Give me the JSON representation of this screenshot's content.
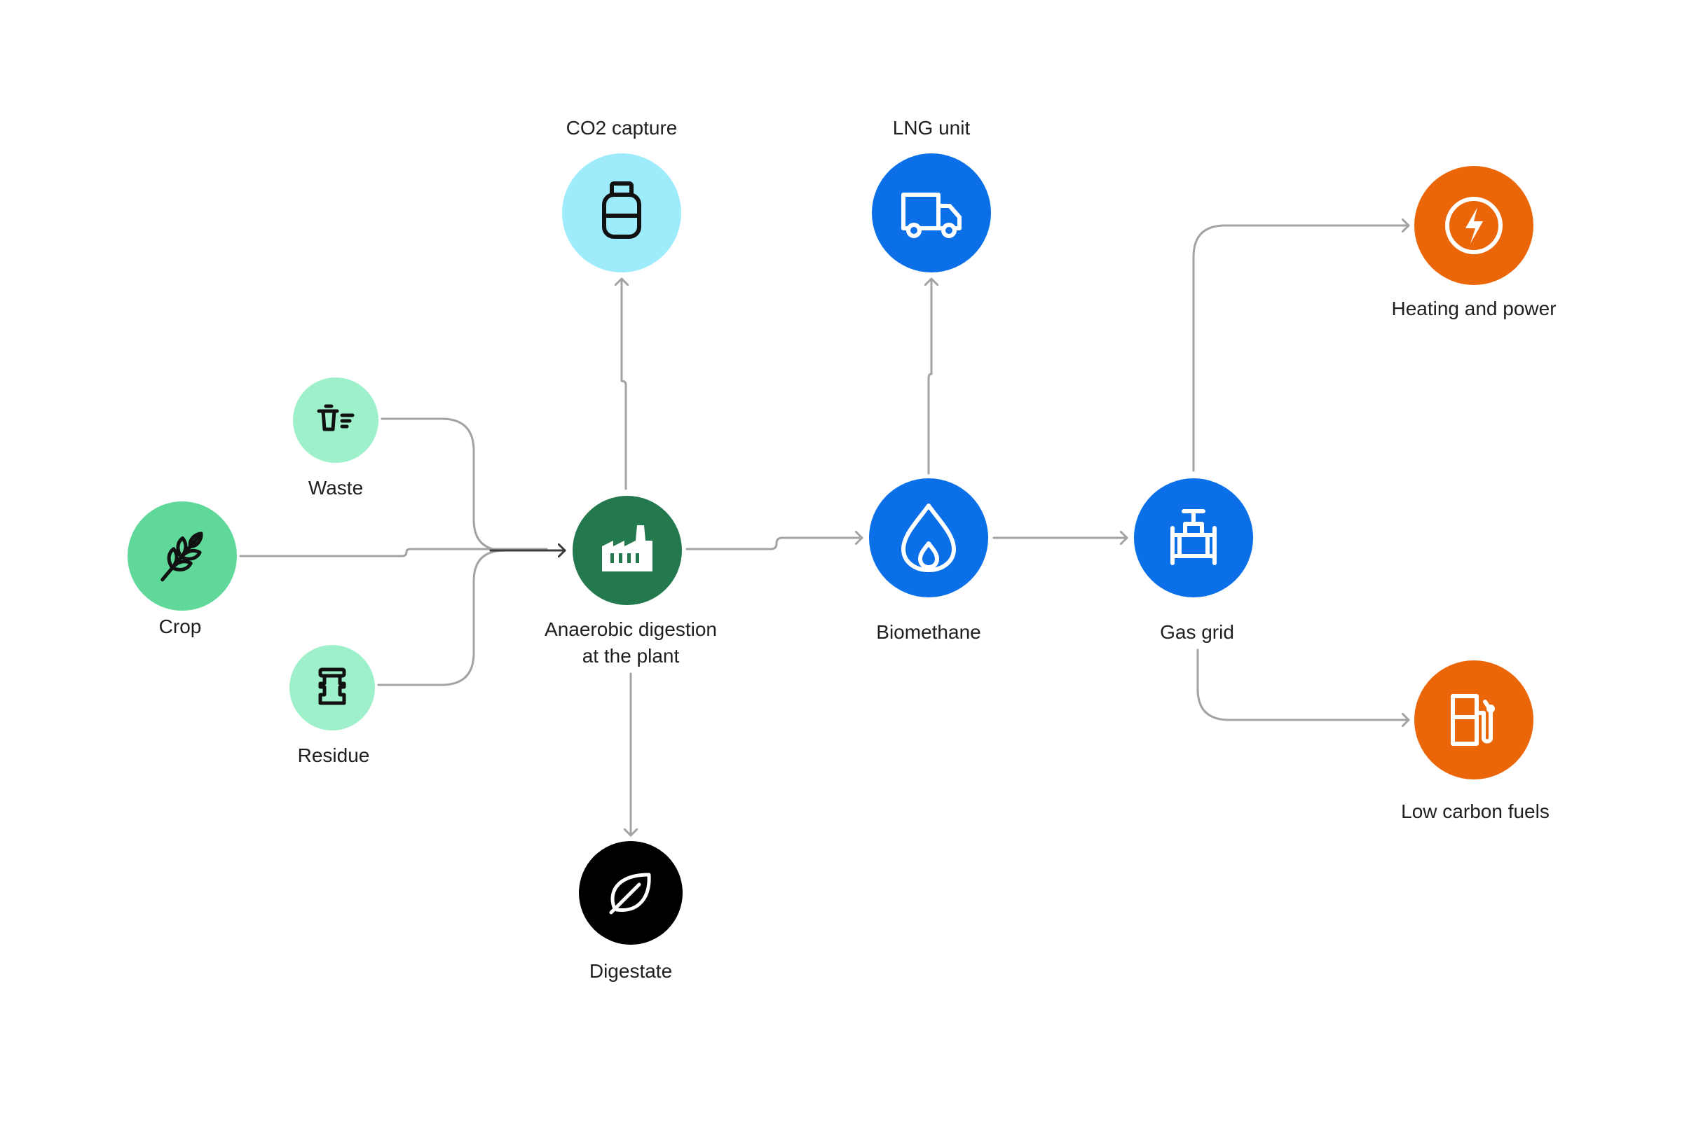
{
  "nodes": {
    "co2": {
      "label": "CO2 capture",
      "icon": "gas-canister-icon",
      "color": "#9eebfb"
    },
    "lng": {
      "label": "LNG unit",
      "icon": "truck-icon",
      "color": "#0b6fe8"
    },
    "heating": {
      "label": "Heating and power",
      "icon": "lightning-icon",
      "color": "#ea6608"
    },
    "waste": {
      "label": "Waste",
      "icon": "waste-bin-icon",
      "color": "#9ef0cb"
    },
    "crop": {
      "label": "Crop",
      "icon": "wheat-icon",
      "color": "#5fd89a"
    },
    "residue": {
      "label": "Residue",
      "icon": "residue-icon",
      "color": "#9ef0cb"
    },
    "plant": {
      "label_line1": "Anaerobic digestion",
      "label_line2": "at the plant",
      "icon": "factory-icon",
      "color": "#23784e"
    },
    "biomethane": {
      "label": "Biomethane",
      "icon": "flame-icon",
      "color": "#0b6fe8"
    },
    "gasgrid": {
      "label": "Gas grid",
      "icon": "pipeline-valve-icon",
      "color": "#0b6fe8"
    },
    "fuels": {
      "label": "Low carbon fuels",
      "icon": "fuel-pump-icon",
      "color": "#ea6608"
    },
    "digestate": {
      "label": "Digestate",
      "icon": "leaf-icon",
      "color": "#000000"
    }
  },
  "colors": {
    "connector": "#a3a3a3",
    "connector_dark": "#3c3c3c",
    "label_text": "#1f1f1f"
  }
}
